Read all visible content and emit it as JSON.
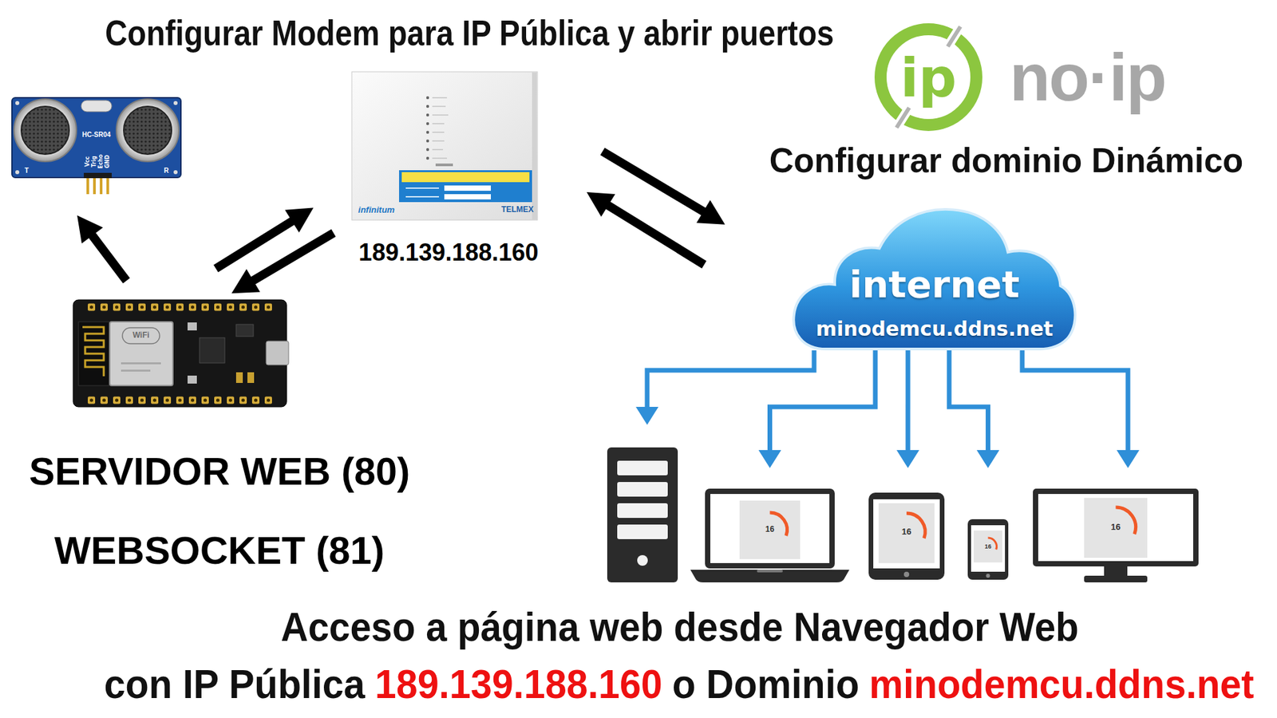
{
  "diagram": {
    "title": "Configurar Modem para IP Pública y abrir puertos",
    "caption": "Acceso a página web desde Navegador Web",
    "nodes": [
      {
        "text": [
          "HC-SR04"
        ]
      },
      {
        "text": [
          "189.139.188.160"
        ]
      },
      {
        "text": [
          "SERVIDOR WEB (80)",
          "WEBSOCKET (81)"
        ]
      },
      {
        "text": [
          "internet",
          "minodemcu.ddns.net"
        ]
      },
      {
        "text": [
          "16"
        ]
      },
      {
        "text": [
          "16"
        ]
      },
      {
        "text": [
          "16"
        ]
      },
      {
        "text": [
          "16"
        ]
      }
    ],
    "edges": [
      {
        "from": 2,
        "to": 0,
        "arrow": "to"
      },
      {
        "from": 2,
        "to": 1,
        "arrow": "to"
      },
      {
        "from": 1,
        "to": 2,
        "arrow": "to"
      },
      {
        "from": 1,
        "to": 3,
        "arrow": "to"
      },
      {
        "from": 3,
        "to": 1,
        "arrow": "to"
      },
      {
        "from": 3,
        "to": 4,
        "arrow": "to"
      },
      {
        "from": 3,
        "to": 5,
        "arrow": "to"
      },
      {
        "from": 3,
        "to": 6,
        "arrow": "to"
      },
      {
        "from": 3,
        "to": 7,
        "arrow": "to"
      }
    ],
    "labels": [
      "ip",
      "no·ip",
      "Configurar dominio Dinámico",
      "Vcc",
      "Trig",
      "Echo",
      "GND",
      "T",
      "R",
      "infinitum",
      "TELMEX",
      "WiFi",
      "con IP Pública",
      "189.139.188.160",
      "o Dominio",
      "minodemcu.ddns.net"
    ]
  }
}
